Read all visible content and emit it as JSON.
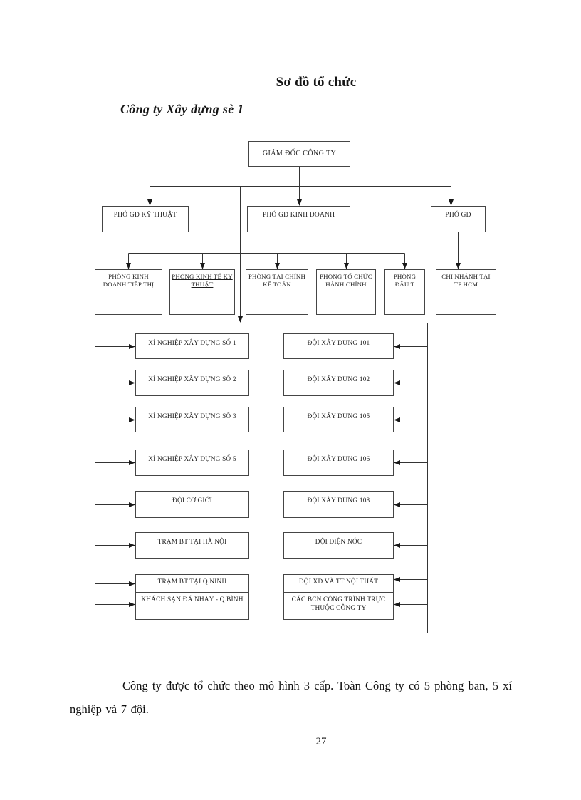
{
  "page": {
    "title": "Sơ đồ tổ chức",
    "company": "Công ty Xây dựng sè 1",
    "body_paragraph": "Công ty được tổ chức theo mô hình 3 cấp. Toàn Công ty có 5 phòng ban, 5 xí nghiệp và 7 đội.",
    "page_number": "27"
  },
  "org_chart": {
    "director": "GIÁM ĐỐC CÔNG TY",
    "deputies": [
      "PHÓ GĐ KỸ THUẬT",
      "PHÓ GĐ KINH DOANH",
      "PHÓ GĐ"
    ],
    "departments": [
      "PHÒNG KINH DOANH TIẾP THỊ",
      "PHÒNG KINH TẾ KỸ THUẬT",
      "PHÒNG TÀI CHÍNH KẾ TOÁN",
      "PHÒNG TỔ CHỨC HÀNH CHÍNH",
      "PHÒNG ĐẦU T",
      "CHI NHÁNH TẠI TP HCM"
    ],
    "left_units": [
      "XÍ NGHIỆP XÂY DỰNG SỐ 1",
      "XÍ NGHIỆP XÂY DỰNG SỐ 2",
      "XÍ NGHIỆP XÂY DỰNG SỐ 3",
      "XÍ NGHIỆP XÂY DỰNG SỐ 5",
      "ĐỘI CƠ GIỚI",
      "TRẠM BT TẠI HÀ NỘI",
      "TRẠM BT TẠI Q.NINH",
      "KHÁCH SẠN ĐÁ NHẢY - Q.BÌNH"
    ],
    "right_units": [
      "ĐỘI XÂY DỰNG 101",
      "ĐỘI XÂY DỰNG 102",
      "ĐỘI XÂY DỰNG 105",
      "ĐỘI XÂY DỰNG 106",
      "ĐỘI XÂY DỰNG 108",
      "ĐỘI ĐIỆN NỚC",
      "ĐỘI XD VÀ TT NỘI THẤT",
      "CÁC BCN CÔNG TRÌNH TRỰC THUỘC CÔNG TY"
    ]
  }
}
